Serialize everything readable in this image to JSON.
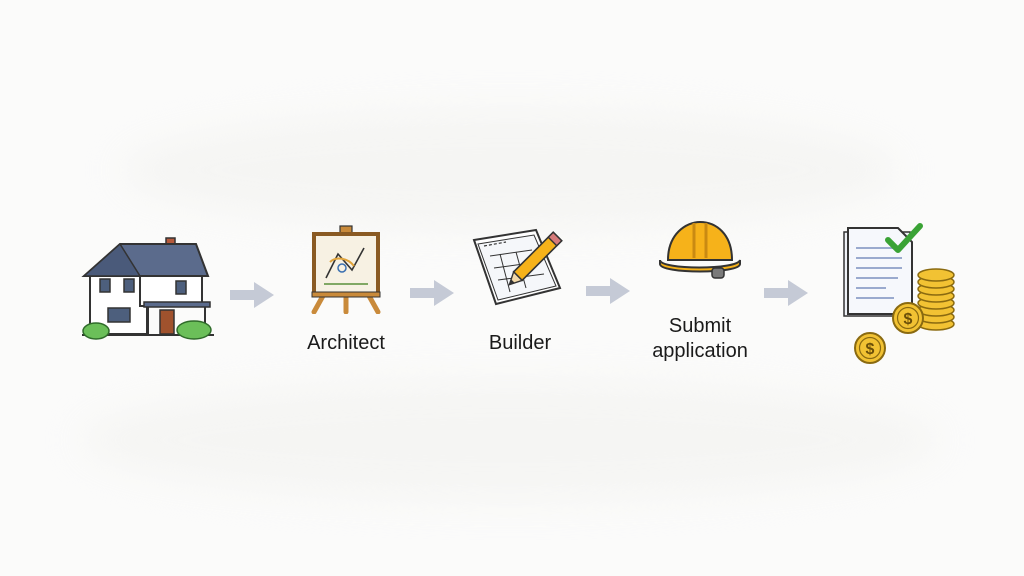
{
  "steps": [
    {
      "id": "house",
      "icon": "house-icon",
      "label": ""
    },
    {
      "id": "architect",
      "icon": "easel-icon",
      "label": "Architect"
    },
    {
      "id": "builder",
      "icon": "blueprint-pencil-icon",
      "label": "Builder"
    },
    {
      "id": "submit",
      "icon": "hard-hat-icon",
      "label_line1": "Submit",
      "label_line2": "application"
    },
    {
      "id": "approval",
      "icon": "approved-document-coins-icon",
      "label": ""
    }
  ],
  "colors": {
    "arrow": "#c5cad6",
    "roof": "#5b6b8c",
    "hat": "#f6b21a",
    "coin": "#f2c233",
    "check": "#3aa335",
    "wood": "#c98a3a"
  }
}
